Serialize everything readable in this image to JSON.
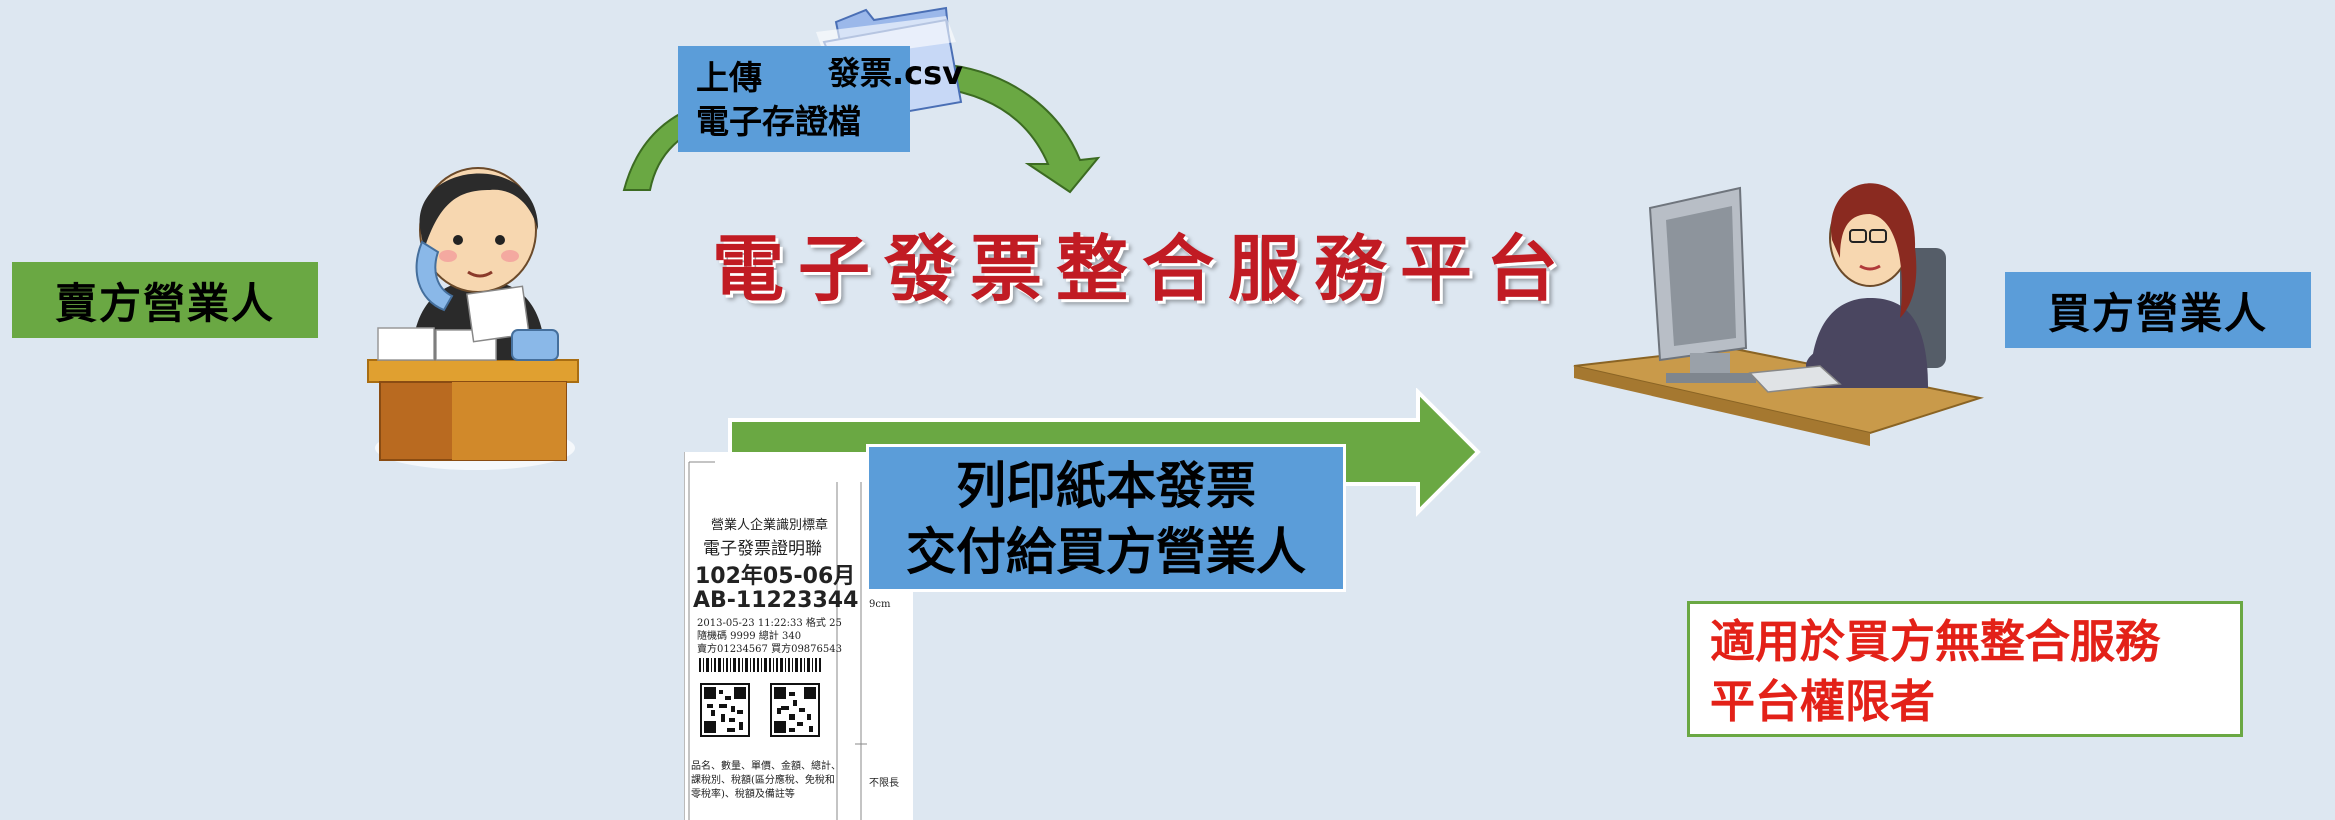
{
  "seller": {
    "label": "賣方營業人"
  },
  "buyer": {
    "label": "買方營業人"
  },
  "upload": {
    "line1": "上傳",
    "line2": "電子存證檔",
    "file_name": "發票.csv"
  },
  "platform": {
    "title": "電子發票整合服務平台"
  },
  "print": {
    "line1": "列印紙本發票",
    "line2": "交付給買方營業人"
  },
  "note": {
    "line1": "適用於買方無整合服務",
    "line2": "平台權限者"
  },
  "receipt": {
    "company": "營業人企業識別標章",
    "title": "電子發票證明聯",
    "period": "102年05-06月",
    "number": "AB-11223344",
    "datetime": "2013-05-23 11:22:33  格式 25",
    "random": "隨機碼 9999     總計 340",
    "ids": "賣方01234567     買方09876543",
    "items": "品名、數量、單價、金額、總計、課稅別、稅額(區分應稅、免稅和零稅率)、稅額及備註等",
    "dimension": "9cm",
    "length_note": "不限長"
  },
  "colors": {
    "green": "#6aa843",
    "blue": "#5b9dd9",
    "red": "#c11b23",
    "note_red": "#e32118",
    "background": "#dde7f1"
  }
}
